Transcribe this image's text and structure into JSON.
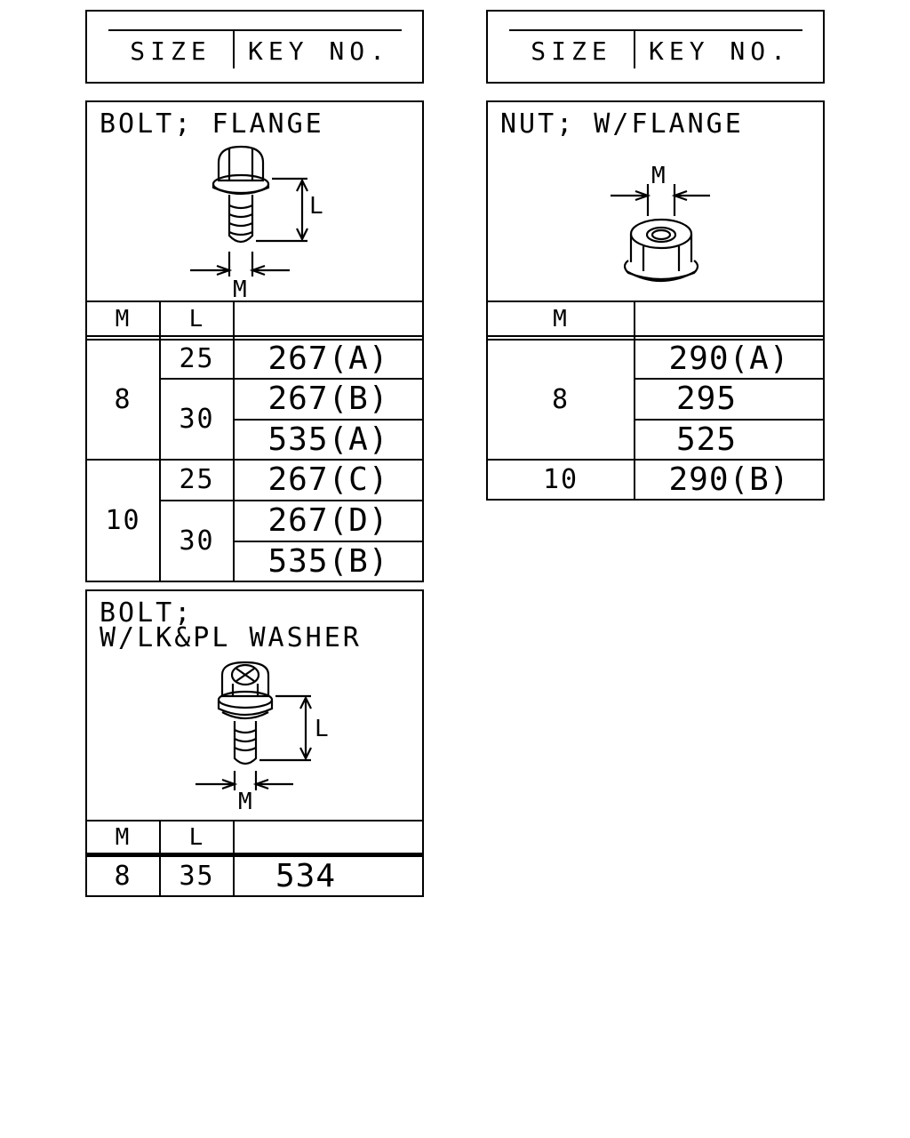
{
  "size_key_header": {
    "size_label": "SIZE",
    "key_label": "KEY NO."
  },
  "bolt_flange": {
    "title": "BOLT; FLANGE",
    "dim_L": "L",
    "dim_M": "M",
    "columns": {
      "m": "M",
      "l": "L"
    },
    "rows": [
      {
        "m": "8",
        "groups": [
          {
            "l": "25",
            "keys": [
              "267(A)"
            ]
          },
          {
            "l": "30",
            "keys": [
              "267(B)",
              "535(A)"
            ]
          }
        ]
      },
      {
        "m": "10",
        "groups": [
          {
            "l": "25",
            "keys": [
              "267(C)"
            ]
          },
          {
            "l": "30",
            "keys": [
              "267(D)",
              "535(B)"
            ]
          }
        ]
      }
    ]
  },
  "nut_flange": {
    "title": "NUT; W/FLANGE",
    "dim_M": "M",
    "columns": {
      "m": "M"
    },
    "rows": [
      {
        "m": "8",
        "keys": [
          "290(A)",
          "295",
          "525"
        ]
      },
      {
        "m": "10",
        "keys": [
          "290(B)"
        ]
      }
    ]
  },
  "bolt_washer": {
    "title_line1": "BOLT;",
    "title_line2": "W/LK&PL WASHER",
    "dim_L": "L",
    "dim_M": "M",
    "columns": {
      "m": "M",
      "l": "L"
    },
    "rows": [
      {
        "m": "8",
        "l": "35",
        "keys": [
          "534"
        ]
      }
    ]
  }
}
